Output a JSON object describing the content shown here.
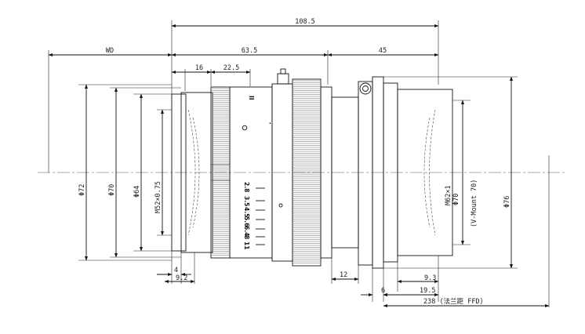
{
  "dimensions": {
    "total_length": "108.5",
    "wd": "WD",
    "body_length": "63.5",
    "rear_length": "45",
    "ring_pos_16": "16",
    "ring_pos_22_5": "22.5",
    "dia_72": "Φ72",
    "dia_70": "Φ70",
    "dia_64": "Φ64",
    "thread_front": "M52×0.75",
    "dia_76": "Φ76",
    "mount_thread": "M62×1",
    "mount_dia": "Φ70",
    "mount_name": "(V-Mount 70)",
    "front_4": "4",
    "front_9_2": "9.2",
    "rear_12": "12",
    "rear_9_3": "9.3",
    "rear_6": "6",
    "rear_19_5": "19.5",
    "ffd": "238 (法兰距 FFD)"
  },
  "aperture_scale": [
    "2.8",
    "3.5",
    "4.5",
    "5.6",
    "6.4",
    "8",
    "11"
  ],
  "colors": {
    "line": "#111111",
    "background": "#ffffff"
  }
}
